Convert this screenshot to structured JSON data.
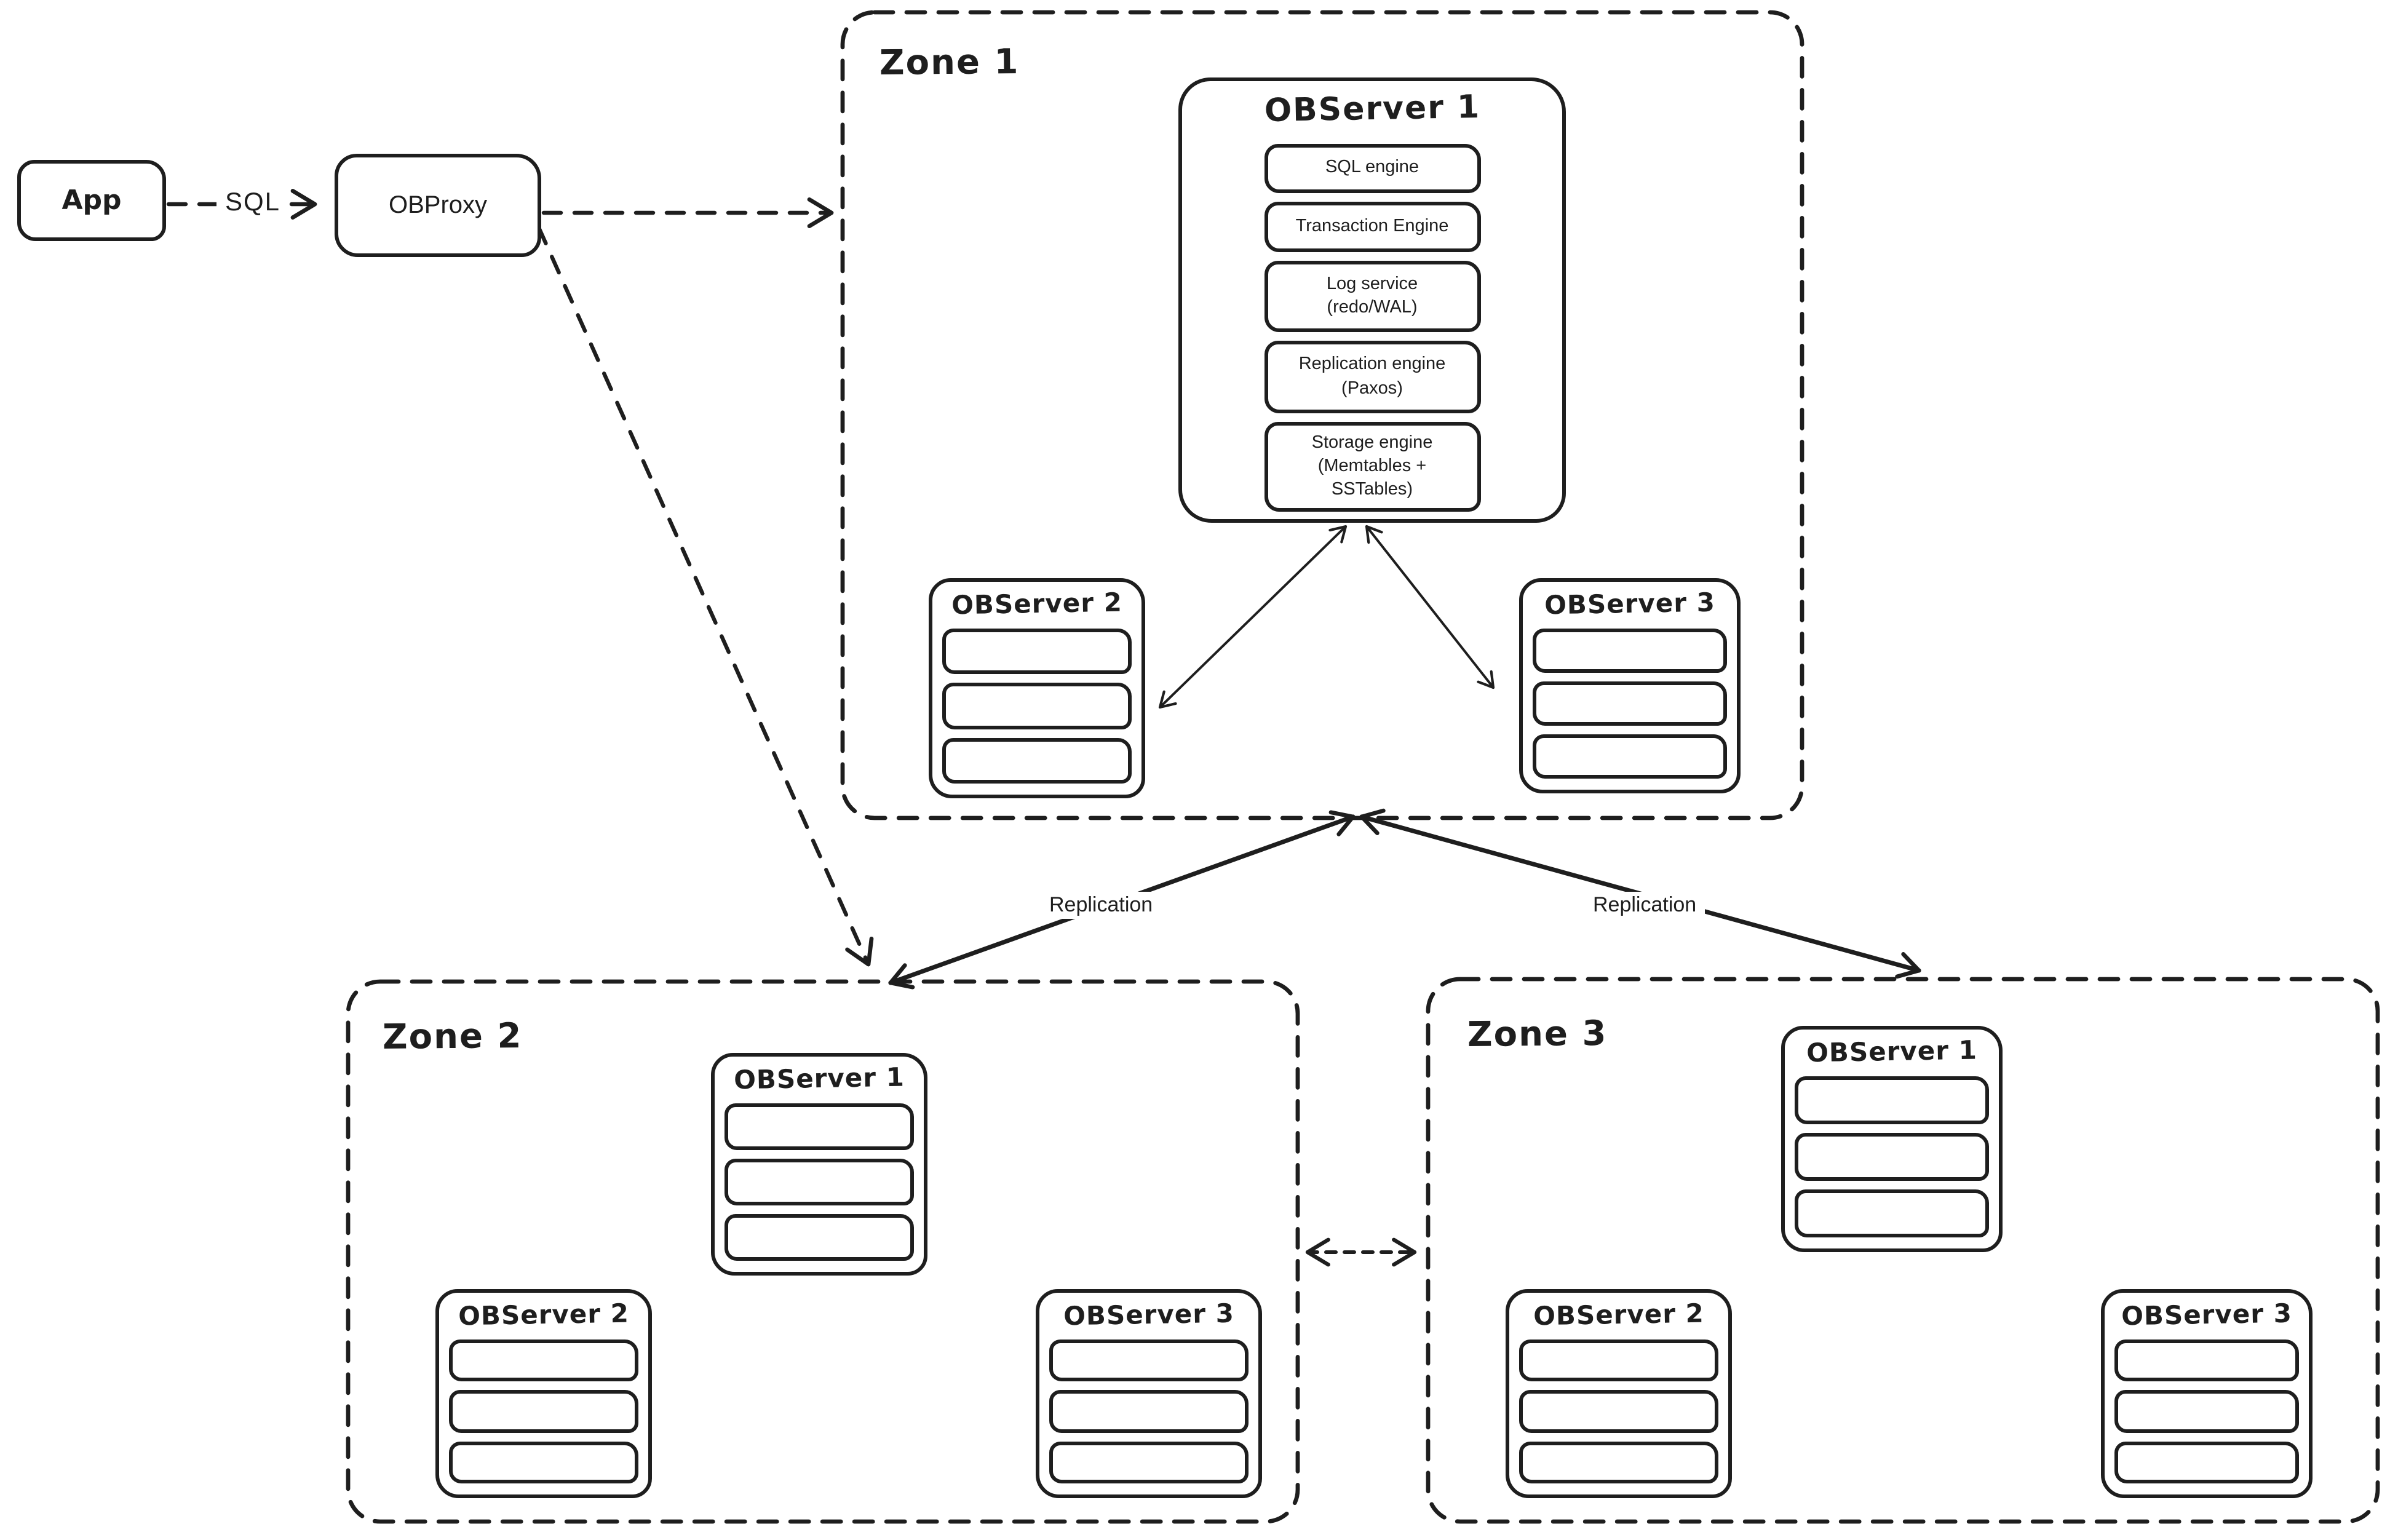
{
  "colors": {
    "ink": "#1e1e1e",
    "background": "#ffffff"
  },
  "nodes": {
    "app": {
      "label": "App"
    },
    "obproxy": {
      "label": "OBProxy"
    }
  },
  "edges": {
    "sql": {
      "label": "SQL"
    },
    "replication_left": {
      "label": "Replication"
    },
    "replication_right": {
      "label": "Replication"
    },
    "obproxy_to_zone1": {
      "style": "dashed-arrow"
    },
    "obproxy_to_zone2": {
      "style": "dashed-arrow"
    },
    "zone2_to_zone3": {
      "style": "dashed-double-arrow"
    },
    "observer1_to_observer2": {
      "style": "double-arrow"
    },
    "observer1_to_observer3": {
      "style": "double-arrow"
    }
  },
  "zones": {
    "zone1": {
      "label": "Zone 1",
      "observer1": {
        "title": "OBServer 1",
        "components": [
          {
            "label": "SQL engine"
          },
          {
            "label": "Transaction Engine"
          },
          {
            "label": "Log service\n(redo/WAL)"
          },
          {
            "label": "Replication engine\n(Paxos)"
          },
          {
            "label": "Storage engine\n(Memtables +\nSSTables)"
          }
        ]
      },
      "observer2": {
        "title": "OBServer 2"
      },
      "observer3": {
        "title": "OBServer 3"
      }
    },
    "zone2": {
      "label": "Zone 2",
      "observer1": {
        "title": "OBServer 1"
      },
      "observer2": {
        "title": "OBServer 2"
      },
      "observer3": {
        "title": "OBServer 3"
      }
    },
    "zone3": {
      "label": "Zone 3",
      "observer1": {
        "title": "OBServer 1"
      },
      "observer2": {
        "title": "OBServer 2"
      },
      "observer3": {
        "title": "OBServer 3"
      }
    }
  }
}
